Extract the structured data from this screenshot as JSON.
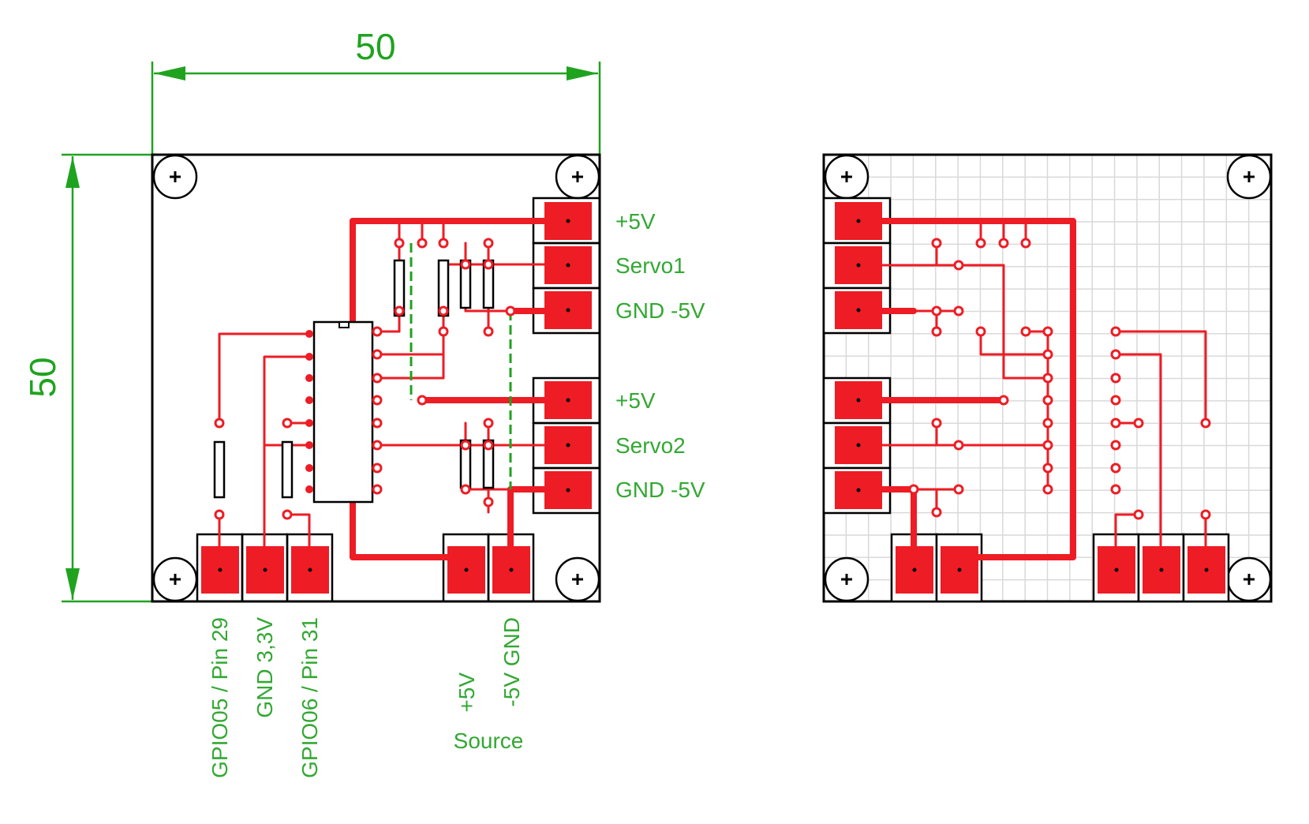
{
  "dimensions": {
    "width": "50",
    "height": "50"
  },
  "connectors_right": [
    {
      "label": "+5V"
    },
    {
      "label": "Servo1"
    },
    {
      "label": "GND -5V"
    },
    {
      "label": "+5V"
    },
    {
      "label": "Servo2"
    },
    {
      "label": "GND -5V"
    }
  ],
  "connectors_bottom": [
    {
      "label": "GPIO05 / Pin 29"
    },
    {
      "label": "GND 3,3V"
    },
    {
      "label": "GPIO06 / Pin 31"
    },
    {
      "label": "+5V"
    },
    {
      "label": "-5V GND"
    }
  ],
  "source_label": "Source",
  "colors": {
    "trace": "#ee1c24",
    "dimension": "#1fa31f",
    "outline": "#000000",
    "grid": "#d9d9d9"
  }
}
